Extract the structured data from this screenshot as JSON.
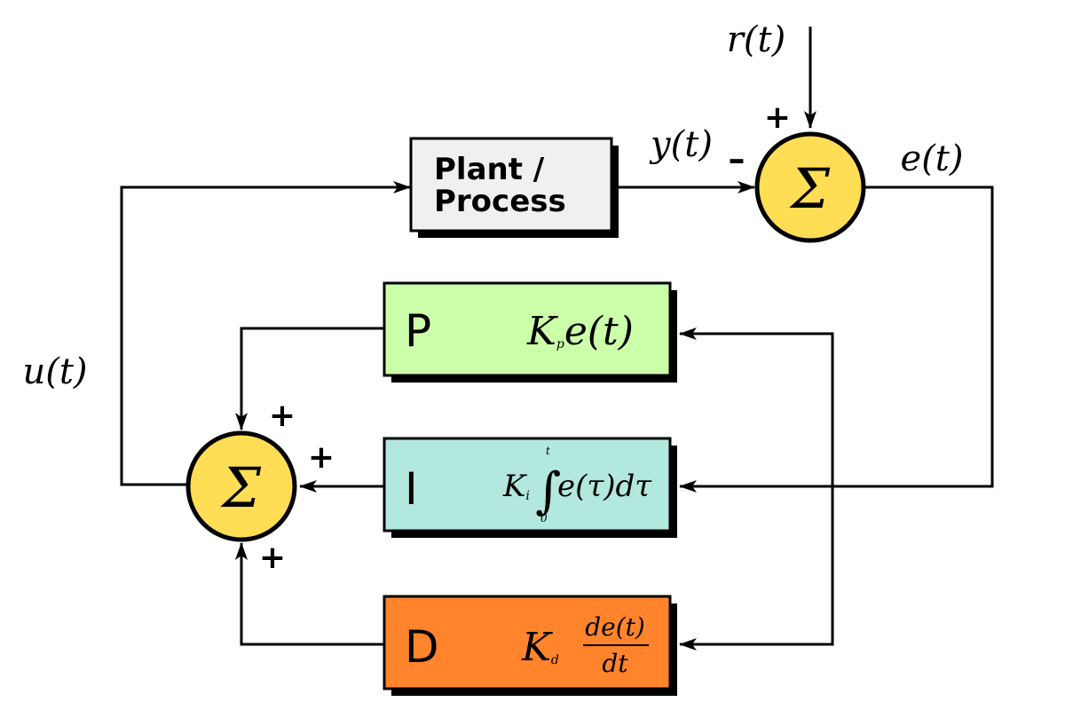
{
  "signals": {
    "reference": "r(t)",
    "output": "y(t)",
    "error": "e(t)",
    "control": "u(t)"
  },
  "summing_junctions": {
    "error": {
      "symbol": "Σ",
      "plus_sign": "+",
      "minus_sign": "–"
    },
    "controller": {
      "symbol": "Σ",
      "signs": [
        "+",
        "+",
        "+"
      ]
    }
  },
  "blocks": {
    "plant": {
      "label_line1": "Plant /",
      "label_line2": "Process",
      "color": "#f0f0f0"
    },
    "p": {
      "letter": "P",
      "gain": "K",
      "gain_sub": "p",
      "expr": "e(t)",
      "color": "#ccff aa"
    },
    "i": {
      "letter": "I",
      "gain": "K",
      "gain_sub": "i",
      "upper": "t",
      "lower": "0",
      "expr": "e(τ)dτ",
      "color": "#b3e8de"
    },
    "d": {
      "letter": "D",
      "gain": "K",
      "gain_sub": "d",
      "numer": "de(t)",
      "denom": "dt",
      "color": "#ff842b"
    }
  },
  "colors": {
    "junction_fill": "#ffdd55",
    "p_fill": "#ccffaa",
    "i_fill": "#b3e8de",
    "d_fill": "#ff842b",
    "plant_fill": "#f0f0f0"
  }
}
